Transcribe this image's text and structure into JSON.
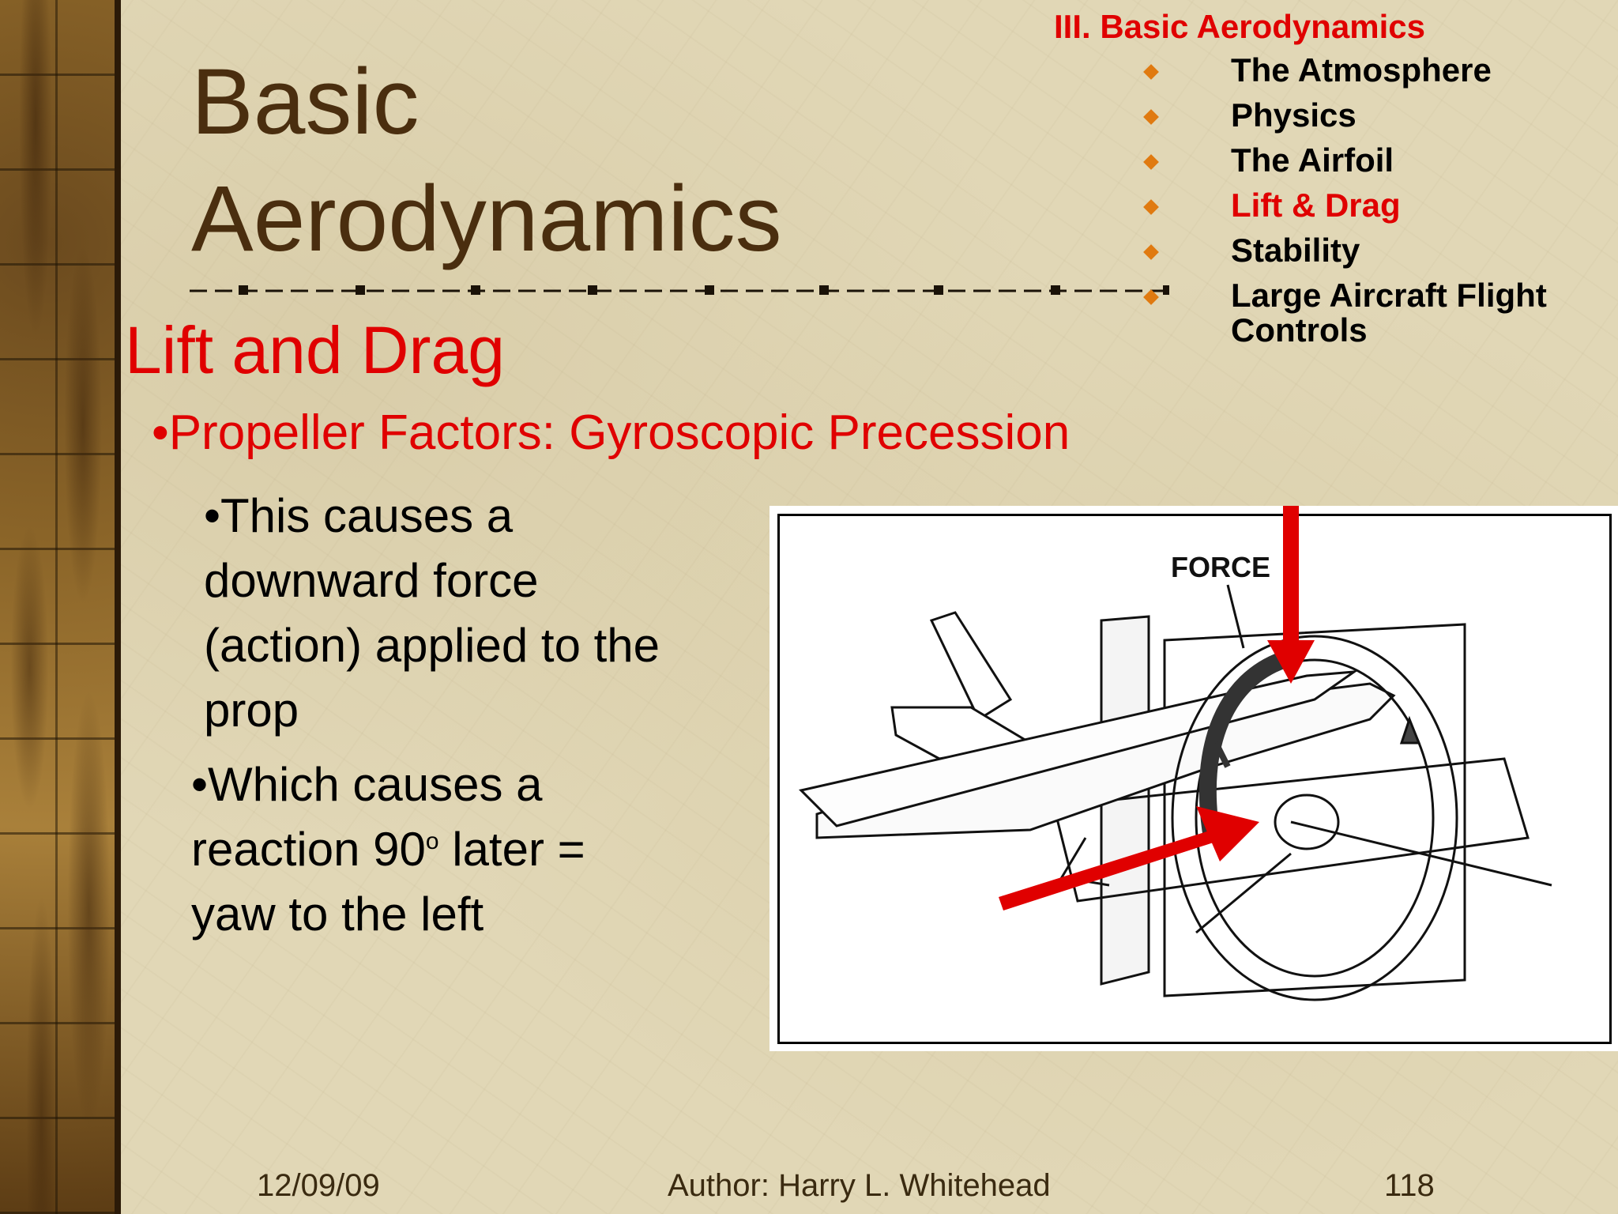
{
  "slide": {
    "title_line1": "Basic",
    "title_line2": "Aerodynamics",
    "section_title": "Lift and Drag",
    "subheading": "•Propeller Factors:  Gyroscopic Precession",
    "bullet1_lines": [
      "•This causes a",
      "downward force",
      "(action) applied to the",
      "prop"
    ],
    "bullet2_line1": "•Which causes a",
    "bullet2_line2_pre": "reaction 90",
    "bullet2_line2_sup": "o",
    "bullet2_line2_post": " later =",
    "bullet2_line3": "yaw to the left",
    "figure_label": "FORCE"
  },
  "outline": {
    "heading": "III. Basic Aerodynamics",
    "items": [
      {
        "label": "The Atmosphere",
        "active": false
      },
      {
        "label": "Physics",
        "active": false
      },
      {
        "label": "The Airfoil",
        "active": false
      },
      {
        "label": "Lift & Drag",
        "active": true
      },
      {
        "label": "Stability",
        "active": false
      },
      {
        "label": "Large Aircraft Flight",
        "active": false
      }
    ],
    "item6_line2": "Controls"
  },
  "footer": {
    "date": "12/09/09",
    "author": "Author:  Harry L. Whitehead",
    "page": "118"
  },
  "colors": {
    "accent_red": "#e00000",
    "title_brown": "#4a2e0f",
    "bullet_orange": "#e07a10",
    "background_tan": "#e1d7b6"
  }
}
